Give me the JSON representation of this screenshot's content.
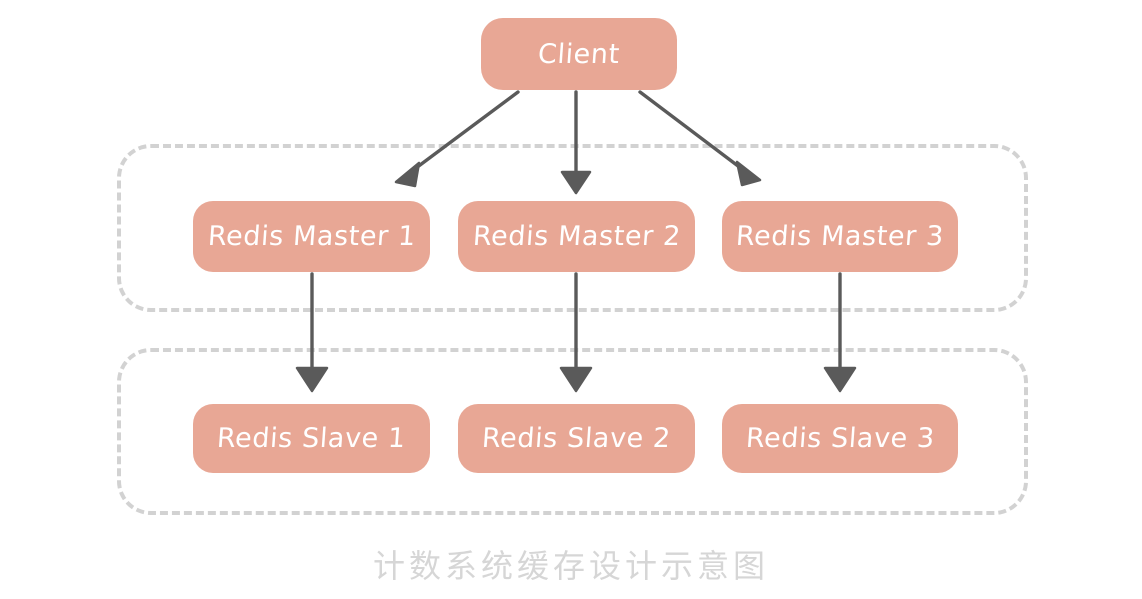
{
  "diagram": {
    "title_caption": "计数系统缓存设计示意图",
    "colors": {
      "node_fill": "#e8a795",
      "node_text": "#ffffff",
      "group_border": "#d2d2d2",
      "arrow": "#5a5a5a",
      "caption_text": "#d6d6d6",
      "background": "#ffffff"
    },
    "client": {
      "label": "Client"
    },
    "groups": [
      {
        "name": "masters-group"
      },
      {
        "name": "slaves-group"
      }
    ],
    "masters": [
      {
        "label": "Redis Master 1"
      },
      {
        "label": "Redis Master 2"
      },
      {
        "label": "Redis Master 3"
      }
    ],
    "slaves": [
      {
        "label": "Redis Slave 1"
      },
      {
        "label": "Redis Slave 2"
      },
      {
        "label": "Redis Slave 3"
      }
    ],
    "edges": [
      {
        "name": "client-to-master-1",
        "from": "Client",
        "to": "Redis Master 1"
      },
      {
        "name": "client-to-master-2",
        "from": "Client",
        "to": "Redis Master 2"
      },
      {
        "name": "client-to-master-3",
        "from": "Client",
        "to": "Redis Master 3"
      },
      {
        "name": "master-1-to-slave-1",
        "from": "Redis Master 1",
        "to": "Redis Slave 1"
      },
      {
        "name": "master-2-to-slave-2",
        "from": "Redis Master 2",
        "to": "Redis Slave 2"
      },
      {
        "name": "master-3-to-slave-3",
        "from": "Redis Master 3",
        "to": "Redis Slave 3"
      }
    ]
  }
}
